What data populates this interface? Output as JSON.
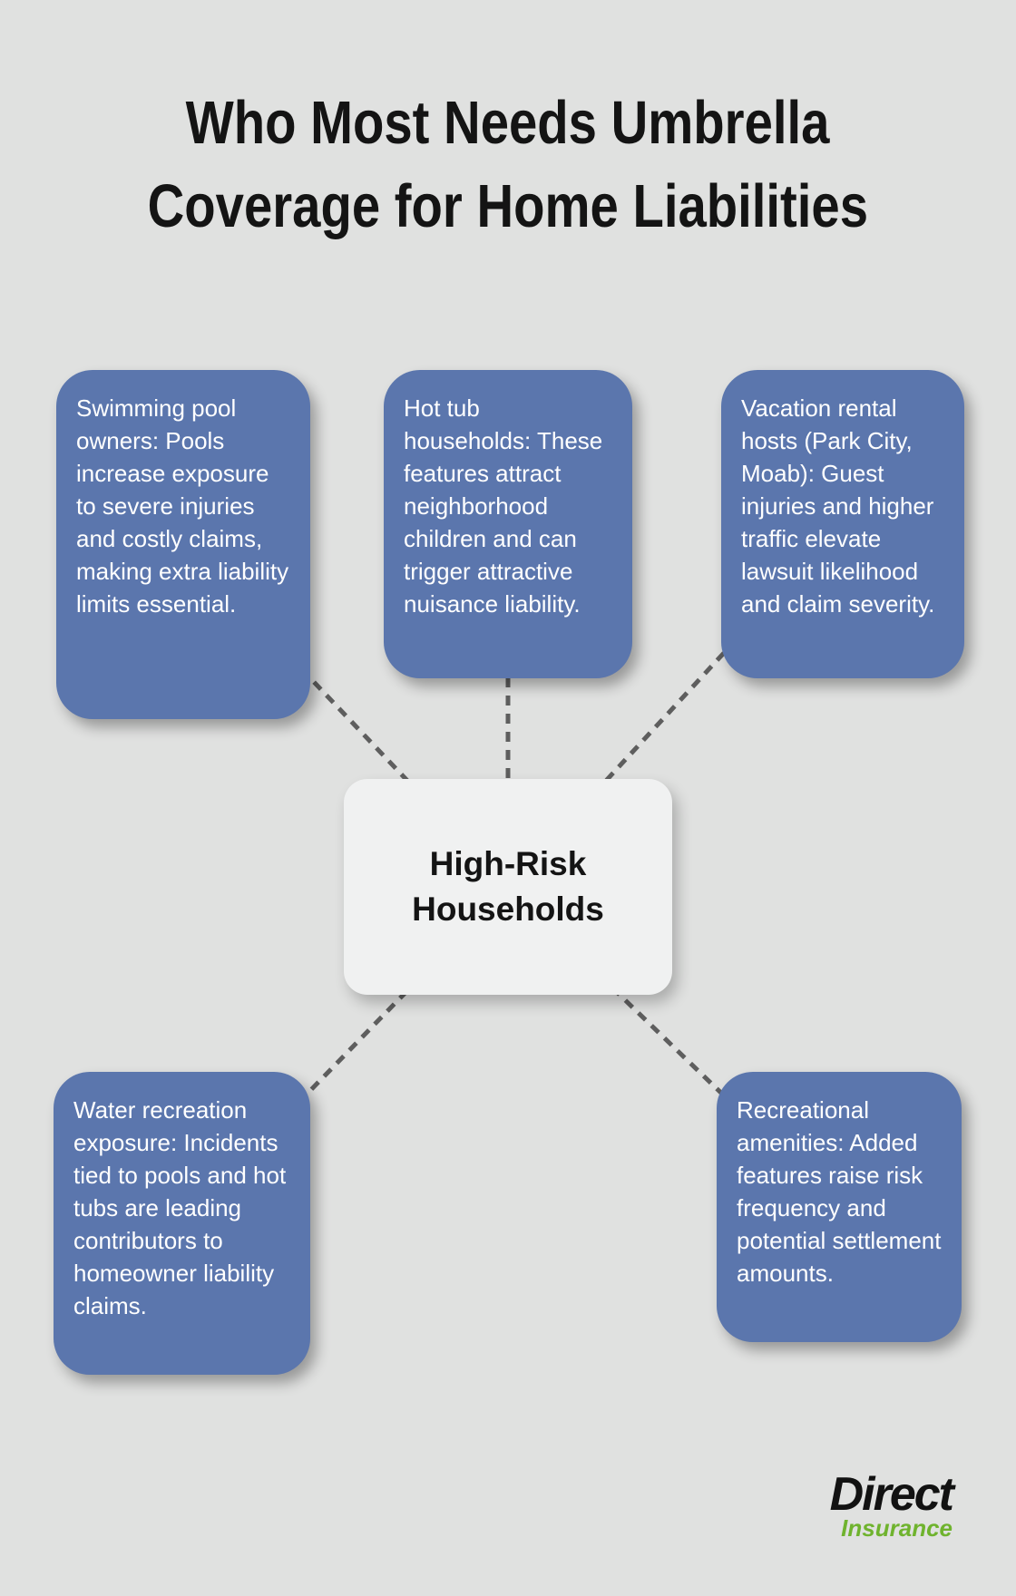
{
  "page": {
    "title_line1": "Who Most Needs Umbrella",
    "title_line2": "Coverage for Home Liabilities"
  },
  "center": {
    "label": "High-Risk Households"
  },
  "nodes": [
    {
      "id": "swimming-pool-owners",
      "text": "Swimming pool owners: Pools increase exposure to severe injuries and costly claims, making extra liability limits essential."
    },
    {
      "id": "hot-tub-households",
      "text": "Hot tub households: These features attract neighborhood children and can trigger attractive nuisance liability."
    },
    {
      "id": "vacation-rental-hosts",
      "text": "Vacation rental hosts (Park City, Moab): Guest injuries and higher traffic elevate lawsuit likelihood and claim severity."
    },
    {
      "id": "water-recreation",
      "text": "Water recreation exposure: Incidents tied to pools and hot tubs are leading contributors to homeowner liability claims."
    },
    {
      "id": "recreational-amenities",
      "text": "Recreational amenities: Added features raise risk frequency and potential settlement amounts."
    }
  ],
  "logo": {
    "primary": "Direct",
    "secondary": "Insurance"
  },
  "colors": {
    "background": "#e0e1e0",
    "node_fill": "#5b76ad",
    "node_text": "#ffffff",
    "center_fill": "#f0f1f1",
    "connector": "#5e5e5e",
    "title_text": "#141414",
    "logo_primary": "#121212",
    "logo_secondary": "#6fb32e"
  }
}
